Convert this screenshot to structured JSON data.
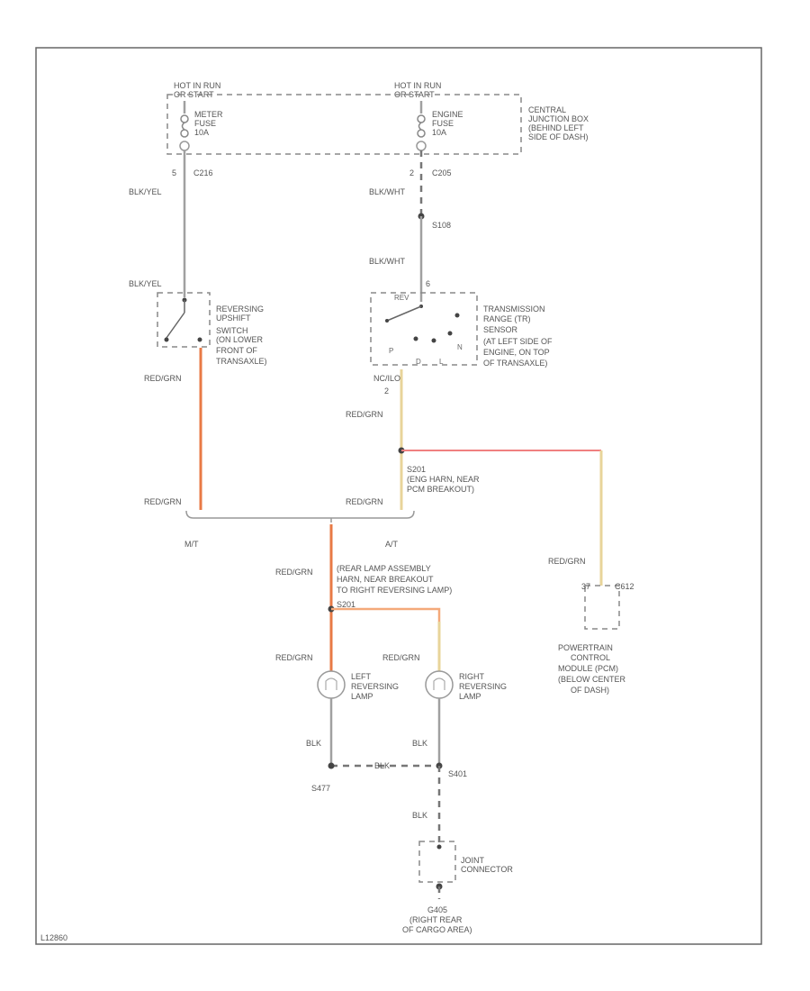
{
  "colors": {
    "red_grn": "#f4a97a",
    "red_grn_dark": "#e87a45",
    "red": "#f08080",
    "tan": "#e8d49a",
    "gray": "#a0a0a0"
  },
  "fuse_box": {
    "left_header": [
      "HOT IN RUN",
      "OR START"
    ],
    "right_header": [
      "HOT IN RUN",
      "OR START"
    ],
    "left_fuse": [
      "METER",
      "FUSE",
      "10A"
    ],
    "right_fuse": [
      "ENGINE",
      "FUSE",
      "10A"
    ],
    "location": [
      "CENTRAL",
      "JUNCTION BOX",
      "(BEHIND LEFT",
      "SIDE OF DASH)"
    ]
  },
  "connectors": {
    "left_pin": "5",
    "left_conn": "C216",
    "right_pin": "2",
    "right_conn": "C205",
    "splice_top": "S108",
    "tr_pin_top": "6",
    "tr_pin_bot": "2",
    "tr_conn_bot": "NC/ILO",
    "pcm_pin": "37",
    "pcm_conn": "C612",
    "splice_bottom": "S201"
  },
  "wires": {
    "blk_yel_1": "BLK/YEL",
    "blk_yel_2": "BLK/YEL",
    "blk_wht_1": "BLK/WHT",
    "blk_wht_2": "BLK/WHT",
    "red_grn_1": "RED/GRN",
    "red_grn_2": "RED/GRN",
    "red_grn_3": "RED/GRN",
    "red_grn_4": "RED/GRN",
    "red_grn_5": "RED/GRN",
    "red_grn_6": "RED/GRN",
    "red_grn_7": "RED/GRN",
    "red_grn_8": "RED/GRN",
    "blk_1": "BLK",
    "blk_2": "BLK",
    "blk_3": "BLK",
    "blk_4": "BLK"
  },
  "components": {
    "reversing_switch": [
      "REVERSING",
      "UPSHIFT",
      "SWITCH",
      "(ON LOWER",
      "FRONT OF",
      "TRANSAXLE)"
    ],
    "tr_sensor": [
      "TRANSMISSION",
      "RANGE (TR)",
      "SENSOR",
      "(AT LEFT SIDE OF",
      "ENGINE, ON TOP",
      "OF TRANSAXLE)"
    ],
    "tr_positions": [
      "REV",
      "P",
      "N",
      "D",
      "L"
    ],
    "splice_note": [
      "S201",
      "(ENG HARN, NEAR",
      "PCM BREAKOUT)"
    ],
    "mt_label": "M/T",
    "at_label": "A/T",
    "rear_lamp_note": [
      "(REAR LAMP ASSEMBLY",
      "HARN, NEAR BREAKOUT",
      "TO RIGHT REVERSING LAMP)"
    ],
    "left_lamp": [
      "LEFT",
      "REVERSING",
      "LAMP"
    ],
    "right_lamp": [
      "RIGHT",
      "REVERSING",
      "LAMP"
    ],
    "pcm": [
      "POWERTRAIN",
      "CONTROL",
      "MODULE (PCM)",
      "(BELOW CENTER",
      "OF DASH)"
    ],
    "ground_splice_left": "S477",
    "ground_splice_right": "S401",
    "joint_connector": [
      "JOINT",
      "CONNECTOR"
    ],
    "ground": [
      "G405",
      "(RIGHT REAR",
      "OF CARGO AREA)"
    ]
  },
  "footer": {
    "code": "L12860"
  }
}
